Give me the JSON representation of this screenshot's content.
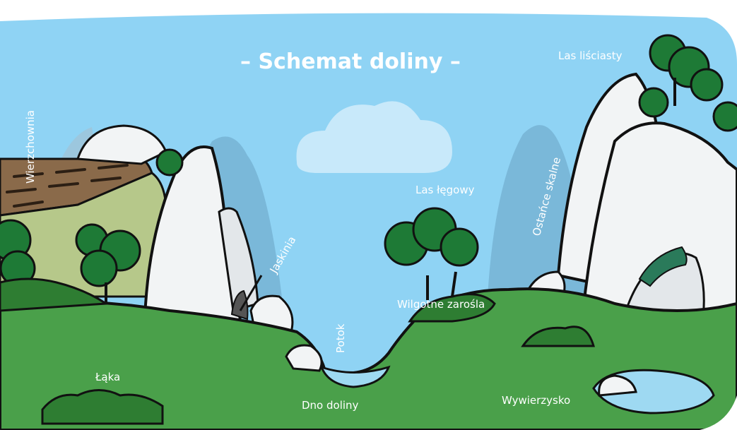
{
  "title": "– Schemat doliny –",
  "labels": {
    "wierzchownia": "Wierzchownia",
    "las_lisciasty": "Las liściasty",
    "ostance_skalne": "Ostańce skalne",
    "las_legowy": "Las łęgowy",
    "jaskinia": "Jaskinia",
    "wilgotne_zarosla": "Wilgotne zarośla",
    "potok": "Potok",
    "laka": "Łąka",
    "dno_doliny": "Dno doliny",
    "wywierzysko": "Wywierzysko"
  },
  "colors": {
    "sky": "#8fd3f4",
    "cloud": "#c8e9fa",
    "distant_hills": "#7ab8d9",
    "grass": "#4aa04a",
    "grass_dark": "#2e7d32",
    "tree": "#1e7a36",
    "rock": "#f2f4f5",
    "field": "#b6c88a",
    "plowed": "#8a6a4a",
    "water": "#9ed9f2",
    "outline": "#111111",
    "text": "#ffffff"
  }
}
